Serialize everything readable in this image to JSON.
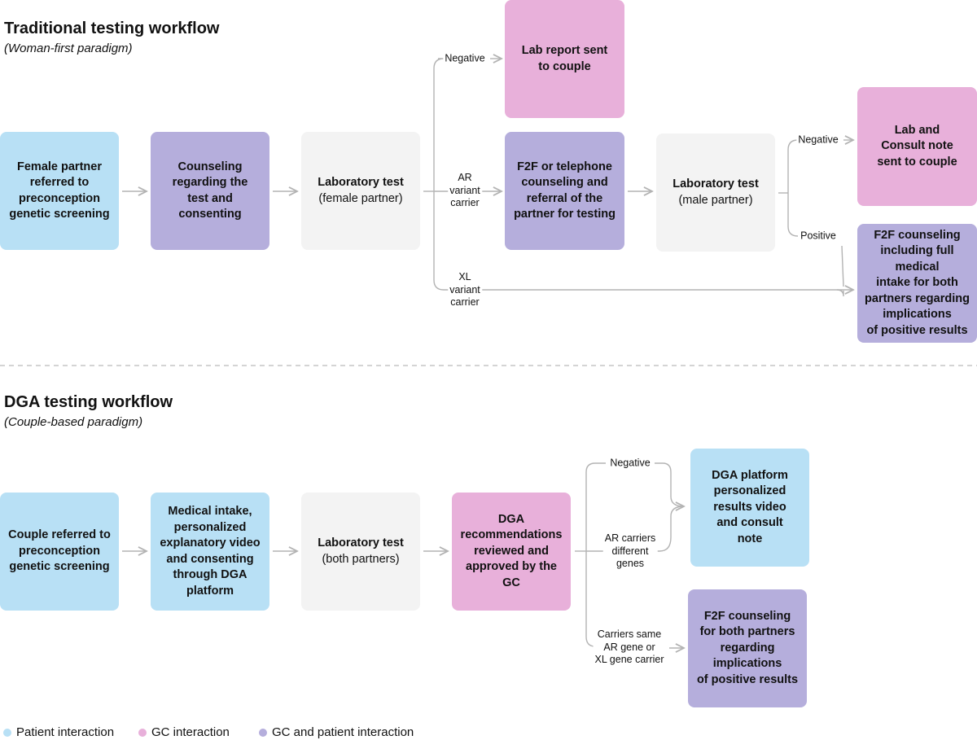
{
  "colors": {
    "patient": "#b8e0f5",
    "gc": "#e8b0da",
    "both": "#b5aedc",
    "neutral": "#f3f3f3",
    "connector": "#b3b3b3",
    "divider": "#bbbbbb"
  },
  "traditional": {
    "title": "Traditional testing workflow",
    "subtitle": "(Woman-first paradigm)",
    "boxes": {
      "female_referred": "Female partner\nreferred to\npreconception\ngenetic screening",
      "counseling_consent": "Counseling\nregarding the\ntest and\nconsenting",
      "lab_female_title": "Laboratory test",
      "lab_female_sub": "(female partner)",
      "lab_report": "Lab report sent\nto couple",
      "f2f_referral": "F2F or telephone\ncounseling and\nreferral of the\npartner for testing",
      "lab_male_title": "Laboratory test",
      "lab_male_sub": "(male partner)",
      "lab_consult_note": "Lab and\nConsult note\nsent to couple",
      "f2f_full_intake": "F2F counseling\nincluding full\nmedical\nintake for both\npartners regarding\nimplications\nof positive results"
    },
    "edge_labels": {
      "negative_1": "Negative",
      "ar_carrier": "AR\nvariant\ncarrier",
      "xl_carrier": "XL\nvariant\ncarrier",
      "negative_2": "Negative",
      "positive": "Positive"
    }
  },
  "dga": {
    "title": "DGA testing workflow",
    "subtitle": "(Couple-based paradigm)",
    "boxes": {
      "couple_referred": "Couple referred to\npreconception\ngenetic screening",
      "intake_video": "Medical intake,\npersonalized\nexplanatory video\nand consenting\nthrough DGA\nplatform",
      "lab_both_title": "Laboratory test",
      "lab_both_sub": "(both partners)",
      "dga_recs": "DGA\nrecommendations\nreviewed and\napproved by the\nGC",
      "platform_video": "DGA platform\npersonalized\nresults video\nand consult\nnote",
      "f2f_both": "F2F counseling\nfor both partners\nregarding\nimplications\nof positive results"
    },
    "edge_labels": {
      "negative": "Negative",
      "ar_different": "AR carriers\ndifferent\ngenes",
      "same_gene": "Carriers same\nAR gene or\nXL gene carrier"
    }
  },
  "legend": [
    {
      "label": "Patient interaction",
      "color": "#b8e0f5"
    },
    {
      "label": "GC interaction",
      "color": "#e8b0da"
    },
    {
      "label": "GC and patient interaction",
      "color": "#b5aedc"
    }
  ]
}
